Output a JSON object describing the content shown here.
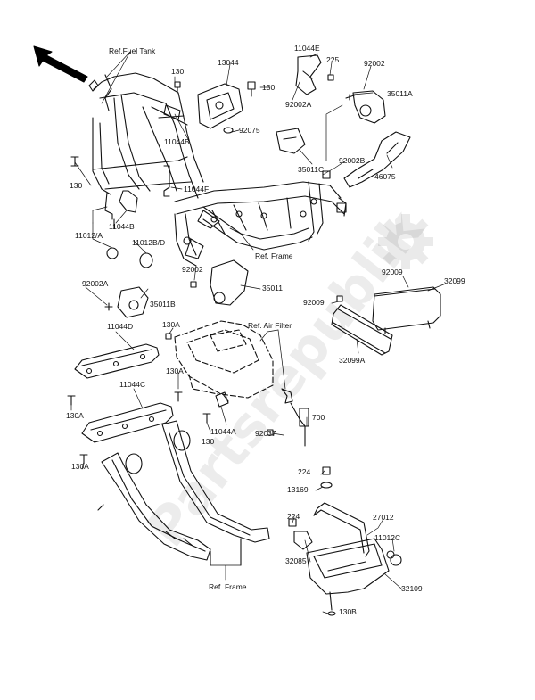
{
  "diagram": {
    "watermark_text": "Partsrepublik",
    "labels": {
      "ref_fuel_tank": "Ref.Fuel Tank",
      "p13044": "13044",
      "p130_a": "130",
      "p130_b": "130",
      "p130_c": "130",
      "p130_d": "130",
      "p11044E": "11044E",
      "p225": "225",
      "p92002_top": "92002",
      "p92002A_top": "92002A",
      "p35011A": "35011A",
      "p11044B_top": "11044B",
      "p92075": "92075",
      "p92002B": "92002B",
      "p35011C": "35011C",
      "p46075": "46075",
      "p11044F": "11044F",
      "p11044B_mid": "11044B",
      "p11012A": "11012/A",
      "p11012BD": "11012B/D",
      "ref_frame_top": "Ref. Frame",
      "p92002_mid": "92002",
      "p92002A_mid": "92002A",
      "p35011B": "35011B",
      "p35011": "35011",
      "p92009_a": "92009",
      "p32099": "32099",
      "p92009_b": "92009",
      "p32099A": "32099A",
      "p130A_a": "130A",
      "p11044D": "11044D",
      "ref_air_filter": "Ref. Air Filter",
      "p130A_b": "130A",
      "p11044C": "11044C",
      "p130A_c": "130A",
      "p11044A": "11044A",
      "p92037": "92037",
      "p700": "700",
      "p130A_d": "130A",
      "p224_a": "224",
      "p13169": "13169",
      "p224_b": "224",
      "p27012": "27012",
      "p11012C": "11012C",
      "p32085": "32085",
      "p32109": "32109",
      "p130B": "130B",
      "ref_frame_bottom": "Ref. Frame"
    }
  }
}
